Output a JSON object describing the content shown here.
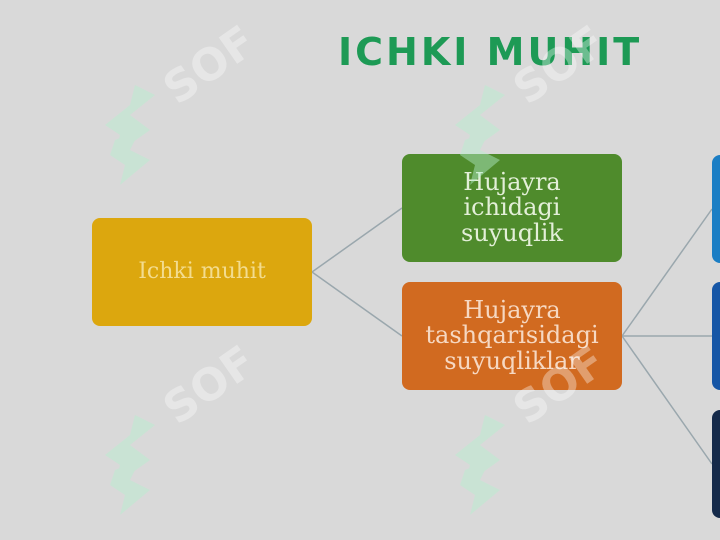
{
  "title": "ICHKI MUHIT",
  "nodes": {
    "root": "Ichki muhit",
    "intracellular": [
      "Hujayra",
      "ichidagi",
      "suyuqlik"
    ],
    "extracellular": [
      "Hujayra",
      "tashqarisidagi",
      "suyuqliklar"
    ]
  },
  "watermark": "SOF",
  "colors": {
    "title": "#1d9a55",
    "root": "#dca70e",
    "intracellular": "#4f8b2c",
    "extracellular": "#d16a20",
    "child1": "#1b7ec4",
    "child2": "#1656a6",
    "child3": "#152a4a"
  }
}
